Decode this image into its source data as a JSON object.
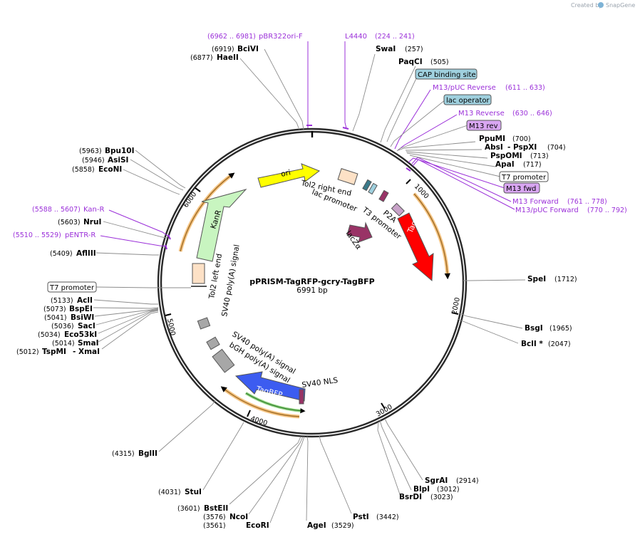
{
  "watermark": {
    "prefix": "Created by",
    "brand": "SnapGene"
  },
  "plasmid": {
    "name": "pPRISM-TagRFP-gcry-TagBFP",
    "size": "6991 bp"
  },
  "ticks": [
    "1000",
    "2000",
    "3000",
    "4000",
    "5000",
    "6000"
  ],
  "sites": {
    "HaeII": {
      "name": "HaeII",
      "pos": "(6877)"
    },
    "BciVI": {
      "name": "BciVI",
      "pos": "(6919)"
    },
    "SwaI": {
      "name": "SwaI",
      "pos": "(257)"
    },
    "PaqCI": {
      "name": "PaqCI",
      "pos": "(505)"
    },
    "PpuMI": {
      "name": "PpuMI",
      "pos": "(700)"
    },
    "AbsI": {
      "name": "AbsI",
      "pos": "- PspXI",
      "pos2": "(704)"
    },
    "PspOMI": {
      "name": "PspOMI",
      "pos": "(713)"
    },
    "ApaI": {
      "name": "ApaI",
      "pos": "(717)"
    },
    "SpeI": {
      "name": "SpeI",
      "pos": "(1712)"
    },
    "BsgI": {
      "name": "BsgI",
      "pos": "(1965)"
    },
    "BclI": {
      "name": "BclI *",
      "pos": "(2047)"
    },
    "SgrAI": {
      "name": "SgrAI",
      "pos": "(2914)"
    },
    "BlpI": {
      "name": "BlpI",
      "pos": "(3012)"
    },
    "BsrDI": {
      "name": "BsrDI",
      "pos": "(3023)"
    },
    "PstI": {
      "name": "PstI",
      "pos": "(3442)"
    },
    "AgeI": {
      "name": "AgeI",
      "pos": "(3529)"
    },
    "EcoRI": {
      "name": "EcoRI",
      "pos": "(3561)"
    },
    "NcoI": {
      "name": "NcoI",
      "pos": "(3576)"
    },
    "BstEII": {
      "name": "BstEII",
      "pos": "(3601)"
    },
    "StuI": {
      "name": "StuI",
      "pos": "(4031)"
    },
    "BglII": {
      "name": "BglII",
      "pos": "(4315)"
    },
    "TspMI": {
      "name": "TspMI",
      "pos": "(5012)",
      "pair": "- XmaI"
    },
    "SmaI": {
      "name": "SmaI",
      "pos": "(5014)"
    },
    "Eco53kI": {
      "name": "Eco53kI",
      "pos": "(5034)"
    },
    "SacI": {
      "name": "SacI",
      "pos": "(5036)"
    },
    "BsiWI": {
      "name": "BsiWI",
      "pos": "(5041)"
    },
    "BspEI": {
      "name": "BspEI",
      "pos": "(5073)"
    },
    "AclI": {
      "name": "AclI",
      "pos": "(5133)"
    },
    "AflIII": {
      "name": "AflIII",
      "pos": "(5409)"
    },
    "NruI": {
      "name": "NruI",
      "pos": "(5603)"
    },
    "EcoNI": {
      "name": "EcoNI",
      "pos": "(5858)"
    },
    "AsiSI": {
      "name": "AsiSI",
      "pos": "(5946)"
    },
    "Bpu10I": {
      "name": "Bpu10I",
      "pos": "(5963)"
    }
  },
  "primers": {
    "pBR322ori": {
      "name": "pBR322ori-F",
      "range": "(6962 .. 6981)"
    },
    "L4440": {
      "name": "L4440",
      "range": "(224 .. 241)"
    },
    "M13pUCRev": {
      "name": "M13/pUC Reverse",
      "range": "(611 .. 633)"
    },
    "M13Rev": {
      "name": "M13 Reverse",
      "range": "(630 .. 646)"
    },
    "M13Fwd": {
      "name": "M13 Forward",
      "range": "(761 .. 778)"
    },
    "M13pUCFwd": {
      "name": "M13/pUC Forward",
      "range": "(770 .. 792)"
    },
    "KanR": {
      "name": "Kan-R",
      "range": "(5588 .. 5607)"
    },
    "pENTR": {
      "name": "pENTR-R",
      "range": "(5510 .. 5529)"
    }
  },
  "boxes": {
    "cap": "CAP binding site",
    "lacop": "lac operator",
    "m13rev": "M13 rev",
    "t7a": "T7 promoter",
    "m13fwd": "M13 fwd",
    "t7b": "T7 promoter"
  },
  "features": {
    "ori": "ori",
    "kanr": "KanR",
    "tagrfp": "TagRFP",
    "tagbfp": "TagBFP",
    "laczalpha": "lacZα",
    "tol2right": "Tol2 right end",
    "lacpromoter": "lac promoter",
    "t3promoter": "T3 promoter",
    "p2a": "P2A",
    "tol2left": "Tol2 left end",
    "sv40polyA1": "SV40 poly(A) signal",
    "sv40polyA2": "SV40 poly(A) signal",
    "bghpolyA": "bGH poly(A) signal",
    "sv40nls": "SV40 NLS"
  },
  "colors": {
    "ori": "#ffff00",
    "kanr": "#c8f5c0",
    "tagrfp": "#ff0000",
    "tagbfp": "#3c5cf0",
    "lacz": "#993366",
    "orf": "#f2b766",
    "tol2": "#fde1c6",
    "polyA": "#a7a7a7",
    "primer": "#9b30d9",
    "feature_box_blue": "#9fd0de",
    "feature_box_purple": "#d9a6f2"
  }
}
